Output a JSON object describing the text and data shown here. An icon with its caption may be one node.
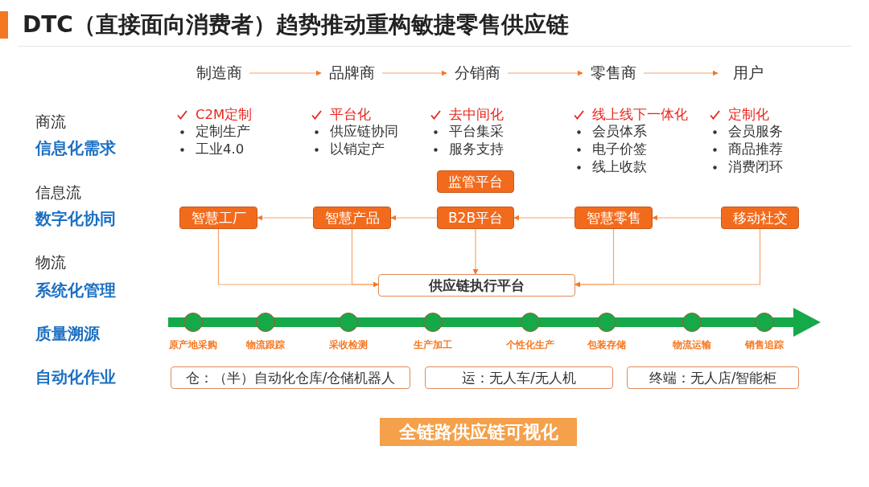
{
  "diagram": {
    "title": "DTC（直接面向消费者）趋势推动重构敏捷零售供应链",
    "nodes": [
      {
        "text": [
          "制造商"
        ]
      },
      {
        "text": [
          "品牌商"
        ]
      },
      {
        "text": [
          "分销商"
        ]
      },
      {
        "text": [
          "零售商"
        ]
      },
      {
        "text": [
          "用户"
        ]
      },
      {
        "text": [
          "监管平台"
        ]
      },
      {
        "text": [
          "智慧工厂"
        ]
      },
      {
        "text": [
          "智慧产品"
        ]
      },
      {
        "text": [
          "B2B平台"
        ]
      },
      {
        "text": [
          "智慧零售"
        ]
      },
      {
        "text": [
          "移动社交"
        ]
      },
      {
        "text": [
          "供应链执行平台"
        ]
      },
      {
        "text": [
          "原产地采购"
        ]
      },
      {
        "text": [
          "物流跟踪"
        ]
      },
      {
        "text": [
          "采收检测"
        ]
      },
      {
        "text": [
          "生产加工"
        ]
      },
      {
        "text": [
          "个性化生产"
        ]
      },
      {
        "text": [
          "包装存储"
        ]
      },
      {
        "text": [
          "物流运输"
        ]
      },
      {
        "text": [
          "销售追踪"
        ]
      },
      {
        "text": [
          "仓：（半）自动化仓库/仓储机器人"
        ]
      },
      {
        "text": [
          "运：无人车/无人机"
        ]
      },
      {
        "text": [
          "终端：无人店/智能柜"
        ]
      },
      {
        "text": [
          "全链路供应链可视化"
        ]
      }
    ],
    "edges": [
      {
        "from": 0,
        "to": 1,
        "arrow": "to"
      },
      {
        "from": 1,
        "to": 2,
        "arrow": "to"
      },
      {
        "from": 2,
        "to": 3,
        "arrow": "to"
      },
      {
        "from": 3,
        "to": 4,
        "arrow": "to"
      },
      {
        "from": 7,
        "to": 6,
        "arrow": "to"
      },
      {
        "from": 8,
        "to": 7,
        "arrow": "to"
      },
      {
        "from": 9,
        "to": 8,
        "arrow": "to"
      },
      {
        "from": 10,
        "to": 9,
        "arrow": "to"
      },
      {
        "from": 6,
        "to": 11,
        "arrow": "to"
      },
      {
        "from": 7,
        "to": 11,
        "arrow": "to"
      },
      {
        "from": 8,
        "to": 11,
        "arrow": "to"
      },
      {
        "from": 9,
        "to": 11,
        "arrow": "to"
      },
      {
        "from": 10,
        "to": 11,
        "arrow": "to"
      }
    ],
    "labels": [
      "商流",
      "信息化需求",
      "C2M定制",
      "定制生产",
      "工业4.0",
      "平台化",
      "供应链协同",
      "以销定产",
      "去中间化",
      "平台集采",
      "服务支持",
      "线上线下一体化",
      "会员体系",
      "电子价签",
      "线上收款",
      "定制化",
      "会员服务",
      "商品推荐",
      "消费闭环",
      "信息流",
      "数字化协同",
      "物流",
      "系统化管理",
      "质量溯源",
      "自动化作业"
    ]
  }
}
